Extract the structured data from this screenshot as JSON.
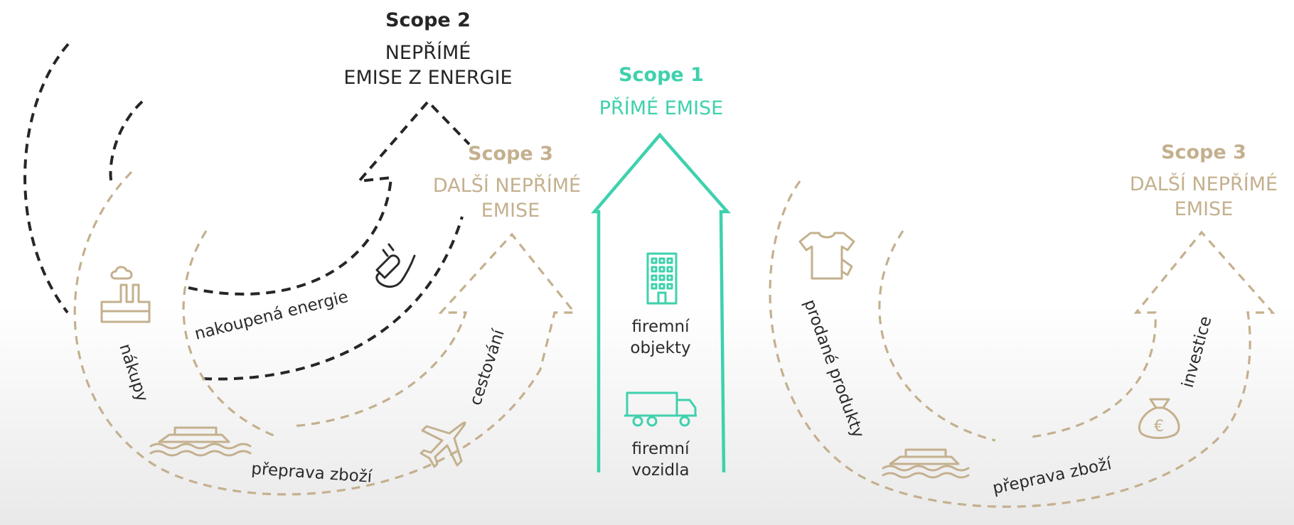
{
  "colors": {
    "teal": "#3ed1ad",
    "gold": "#c4b08e",
    "dark": "#262626",
    "text": "#2b2b2b"
  },
  "scope2": {
    "title": "Scope 2",
    "line1": "NEPŘÍMÉ",
    "line2": "EMISE Z ENERGIE"
  },
  "scope1": {
    "title": "Scope 1",
    "line1": "PŘÍMÉ EMISE"
  },
  "scope3_left": {
    "title": "Scope 3",
    "line1": "DALŠÍ NEPŘÍMÉ",
    "line2": "EMISE"
  },
  "scope3_right": {
    "title": "Scope 3",
    "line1": "DALŠÍ NEPŘÍMÉ",
    "line2": "EMISE"
  },
  "labels": {
    "purchased_energy": "nakoupená energie",
    "purchases": "nákupy",
    "travel": "cestování",
    "transport_left": "přeprava zboží",
    "buildings_1": "firemní",
    "buildings_2": "objekty",
    "vehicles_1": "firemní",
    "vehicles_2": "vozidla",
    "sold_products": "prodané produkty",
    "investments": "investice",
    "transport_right": "přeprava zboží"
  },
  "icons": {
    "factory": "factory-icon",
    "plug": "plug-icon",
    "ship_left": "ship-icon",
    "plane": "airplane-icon",
    "building": "office-building-icon",
    "truck": "truck-icon",
    "shirt": "tshirt-icon",
    "ship_right": "ship-icon",
    "money": "money-bag-icon",
    "currency_symbol": "€"
  }
}
